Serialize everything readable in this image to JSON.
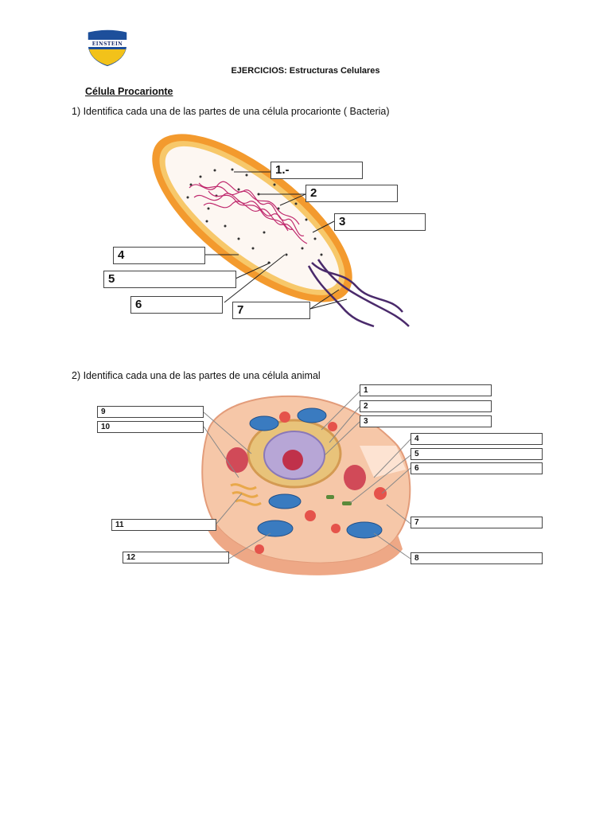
{
  "logo": {
    "text": "EINSTEIN",
    "colors": {
      "blue": "#1d4f9b",
      "yellow": "#f2c21a"
    }
  },
  "document": {
    "title": "EJERCICIOS: Estructuras Celulares",
    "section_heading": "Célula Procarionte",
    "question_1": "1) Identifica cada una de las partes de una célula procarionte ( Bacteria)",
    "question_2": "2) Identifica cada una de las partes de una célula animal"
  },
  "bacteria_labels": [
    "1.-",
    "2",
    "3",
    "4",
    "5",
    "6",
    "7"
  ],
  "animal_labels": [
    "1",
    "2",
    "3",
    "4",
    "5",
    "6",
    "7",
    "8",
    "9",
    "10",
    "11",
    "12"
  ],
  "colors": {
    "capsule": "#f39a2e",
    "membrane": "#f7c86a",
    "cytoplasm": "#fdf7f2",
    "dna": "#c02a6e",
    "flagella": "#4a2a6b",
    "cell_body": "#f6c7a8",
    "nucleus": "#b7a6d6",
    "nucleolus": "#c0314a",
    "mitochondria": "#3a7bc0"
  }
}
